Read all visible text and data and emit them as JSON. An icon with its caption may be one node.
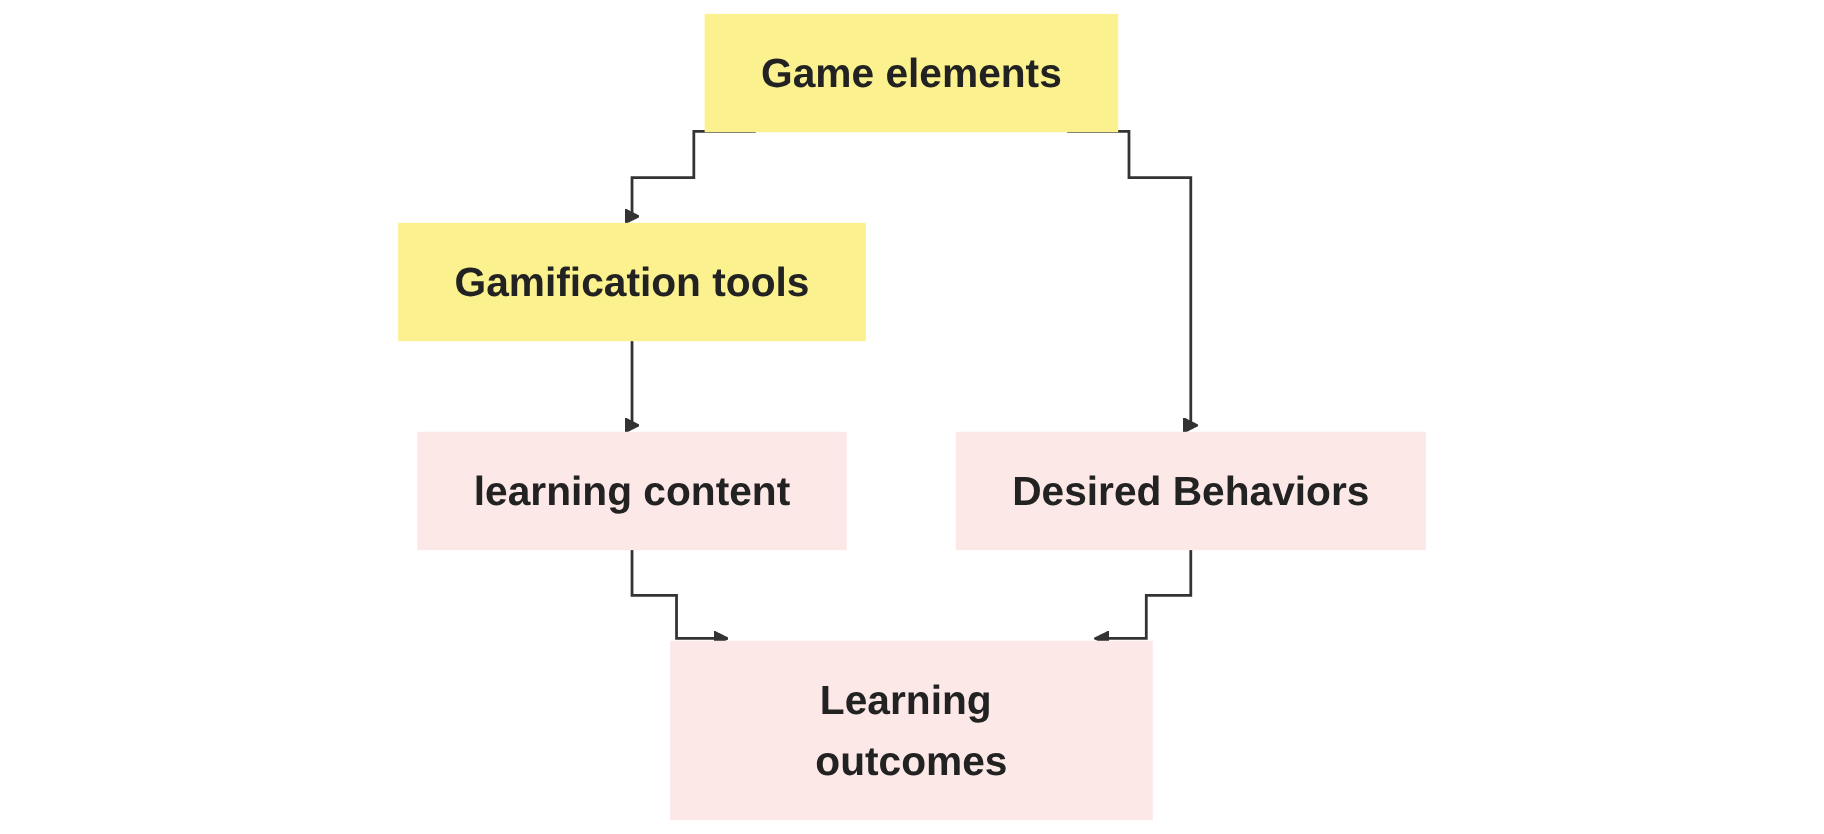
{
  "diagram": {
    "nodes": [
      {
        "text": [
          "Game elements"
        ]
      },
      {
        "text": [
          "learning content"
        ]
      },
      {
        "text": [
          "Gamification tools"
        ]
      },
      {
        "text": [
          "Desired Behaviors"
        ]
      },
      {
        "text": [
          "Learning outcomes"
        ]
      }
    ],
    "edges": [
      {
        "from": 0,
        "to": 2,
        "arrow": "to"
      },
      {
        "from": 0,
        "to": 3,
        "arrow": "to"
      },
      {
        "from": 2,
        "to": 1,
        "arrow": "to"
      },
      {
        "from": 1,
        "to": 4,
        "arrow": "to"
      },
      {
        "from": 3,
        "to": 4,
        "arrow": "to"
      }
    ]
  }
}
